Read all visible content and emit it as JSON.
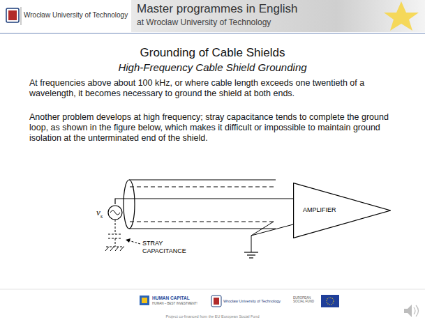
{
  "diagram": {
    "title": "Grounding of Cable Shields",
    "nodes": [
      {
        "text": [
          "v",
          "s"
        ]
      },
      {
        "text": [
          "AMPLIFIER"
        ]
      }
    ],
    "edges": [
      {
        "from": 0,
        "to": 1,
        "arrow": "none"
      }
    ],
    "labels": [
      "Wrocław University of Technology",
      "Master programmes in English",
      "at Wrocław University of Technology",
      "High-Frequency Cable Shield Grounding",
      "At frequencies above about 100 kHz, or where cable length exceeds one twentieth of a wavelength, it becomes necessary to ground the shield at both ends.",
      "Another problem develops at high frequency; stray capacitance tends to complete the ground loop, as shown in the figure below, which makes it difficult or impossible to maintain ground isolation at the unterminated end of the shield.",
      "STRAY CAPACITANCE",
      "HUMAN CAPITAL",
      "HUMAN – BEST INVESTMENT!",
      "Wrocław University of Technology",
      "EUROPEAN SOCIAL FUND",
      "Project co-financed from the EU European Social Fund"
    ]
  }
}
